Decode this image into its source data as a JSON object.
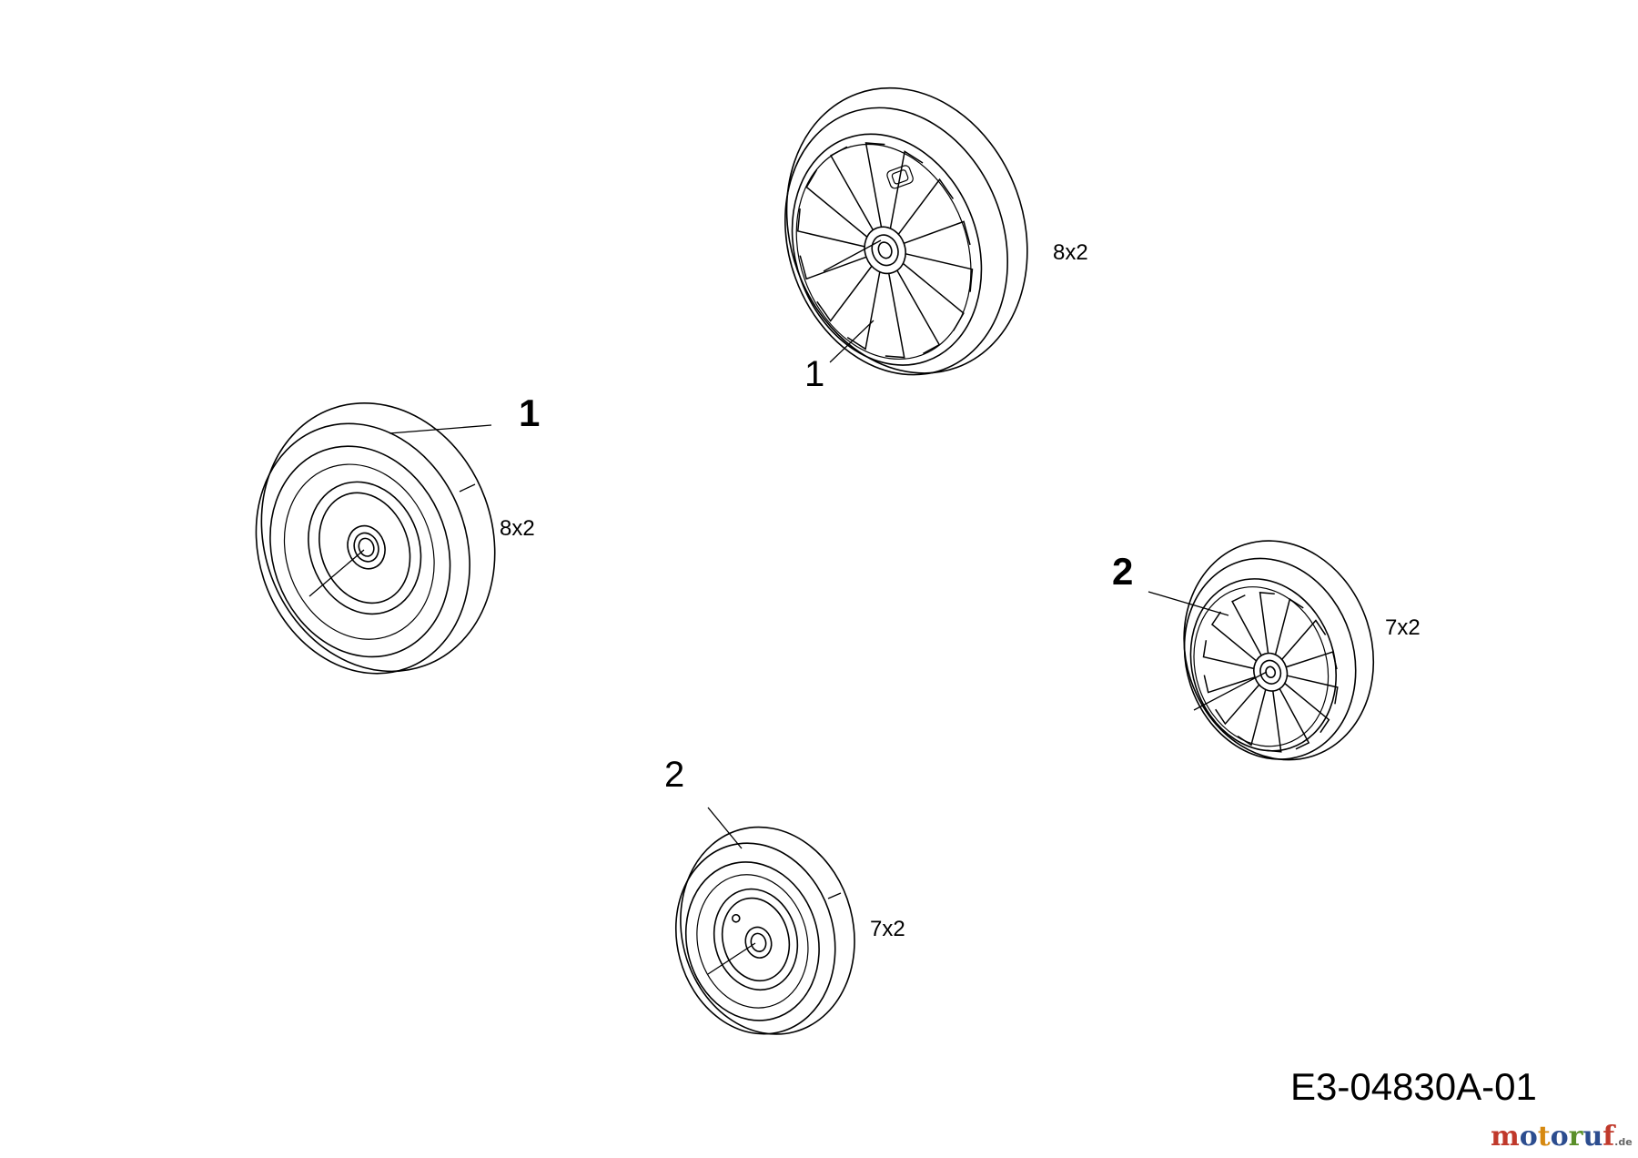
{
  "parts": [
    {
      "callout": "1",
      "qty": "8x2"
    },
    {
      "callout": "1",
      "qty": "8x2"
    },
    {
      "callout": "2",
      "qty": "7x2"
    },
    {
      "callout": "2",
      "qty": "7x2"
    }
  ],
  "document_id": "E3-04830A-01",
  "watermark": {
    "parts": [
      "m",
      "o",
      "t",
      "o",
      "r",
      "u",
      "f"
    ],
    "colors": [
      "#c0392b",
      "#2c4d8f",
      "#d68910",
      "#2c4d8f",
      "#5a8f29",
      "#2c4d8f",
      "#c0392b"
    ],
    "suffix": ".de"
  }
}
